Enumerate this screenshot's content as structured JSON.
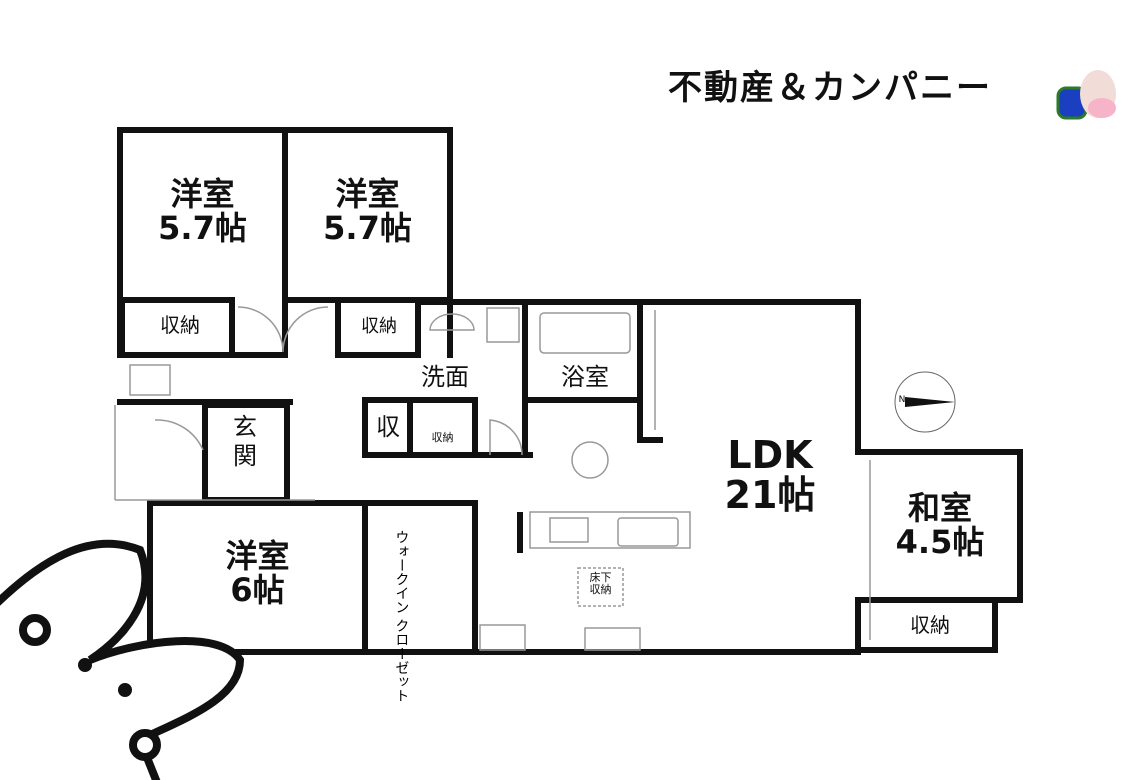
{
  "brand": {
    "name": "不動産＆カンパニー"
  },
  "rooms": {
    "bedroom1": {
      "name": "洋室",
      "size": "5.7帖"
    },
    "bedroom2": {
      "name": "洋室",
      "size": "5.7帖"
    },
    "bedroom3": {
      "name": "洋室",
      "size": "6帖"
    },
    "ldk": {
      "name": "LDK",
      "size": "21帖"
    },
    "washitsu": {
      "name": "和室",
      "size": "4.5帖"
    },
    "storage1": "収納",
    "storage2": "収納",
    "storage3": "収納",
    "storage_small": "収",
    "storage_tiny": "収納",
    "washroom": "洗面",
    "bathroom": "浴室",
    "entrance": "玄関",
    "walkin_a": "ウォークイン",
    "walkin_b": "クローゼット",
    "underfloor_a": "床下",
    "underfloor_b": "収納"
  },
  "compass": {
    "north_label": "N"
  }
}
